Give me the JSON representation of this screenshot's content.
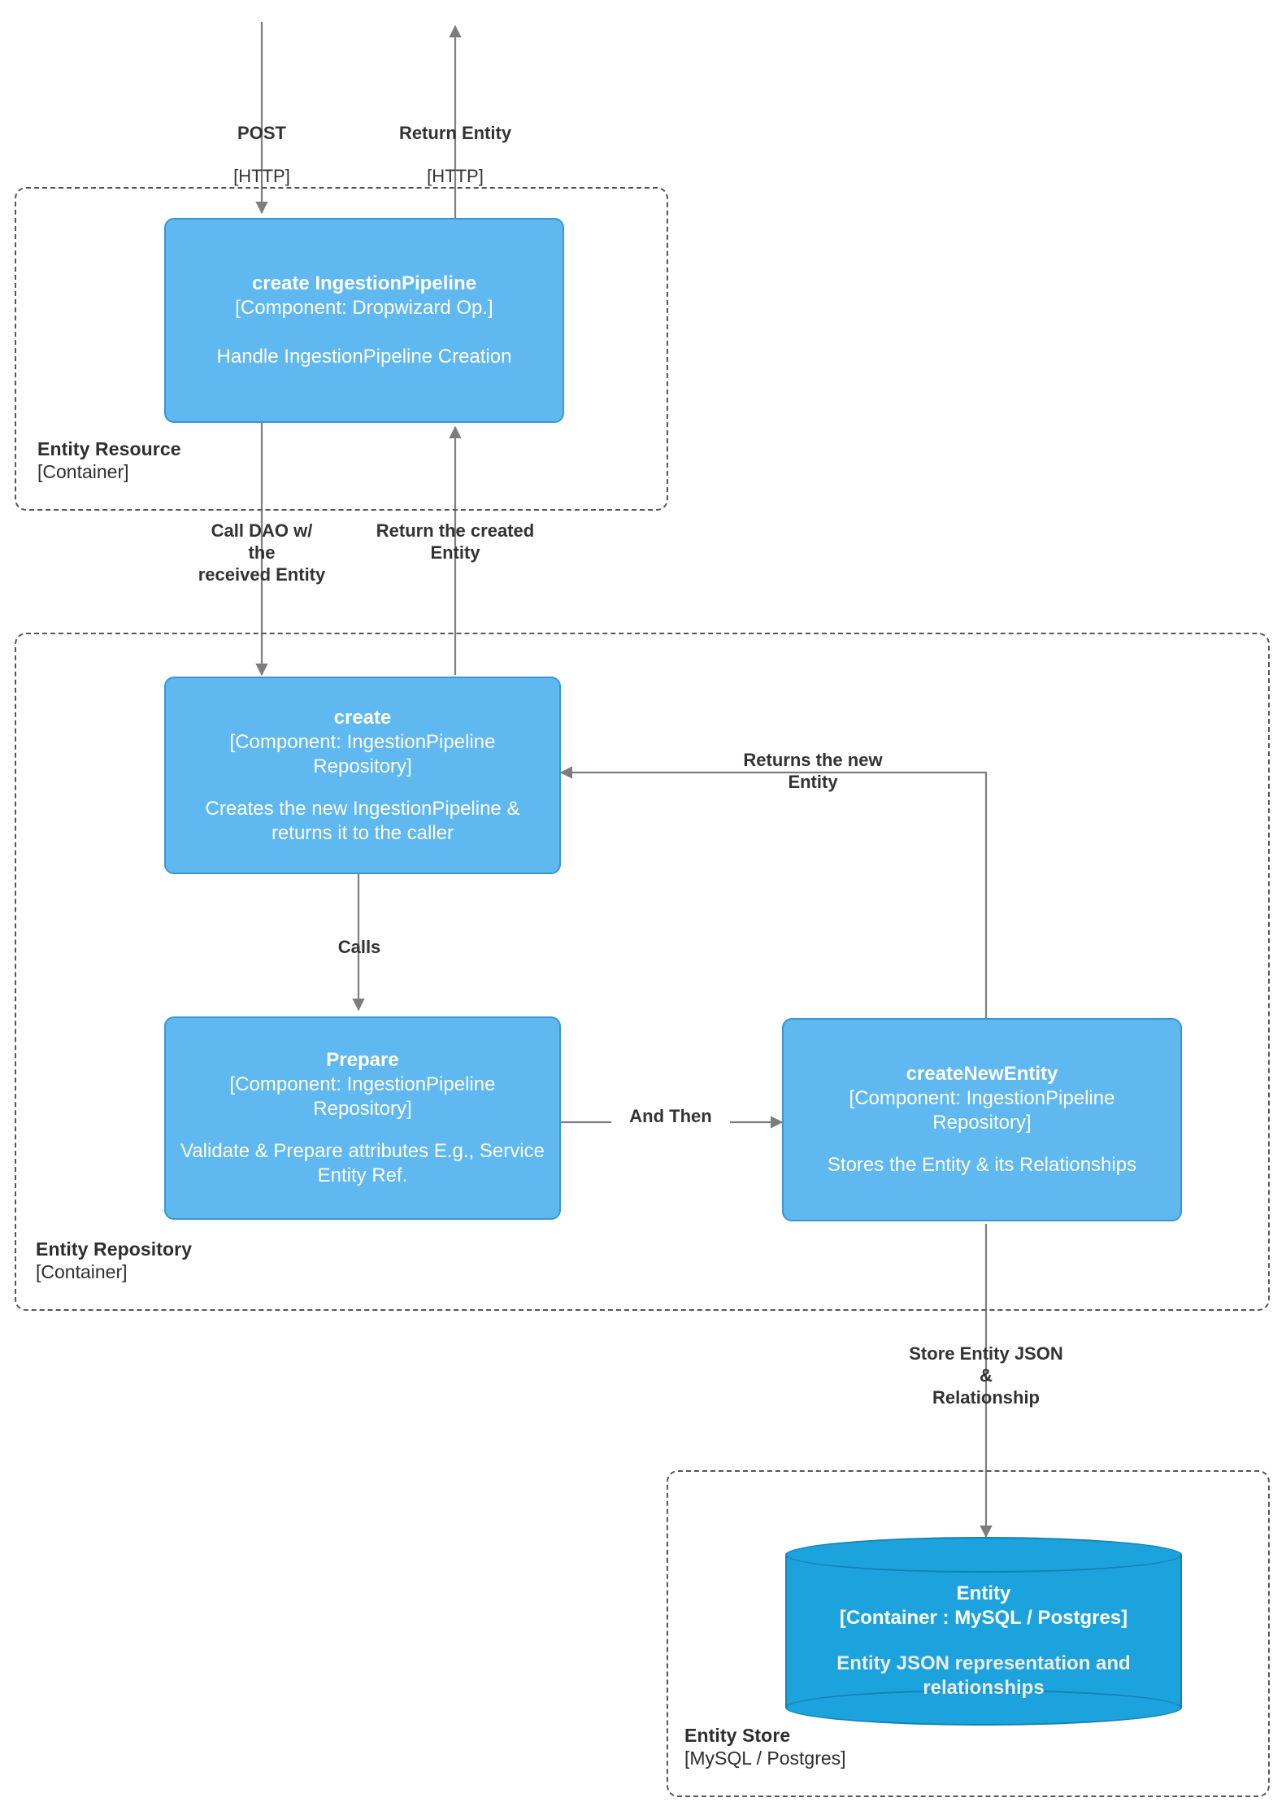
{
  "diagram": {
    "title": "Entity Creation Flow",
    "accent_blue": "#5FB8EF",
    "accent_blue_border": "#3A96D4",
    "db_blue": "#1CA3DD",
    "line_gray": "#7D7D7D",
    "text_dark": "#333333"
  },
  "boundaries": [
    {
      "id": "entity-resource",
      "title": "Entity Resource",
      "tech": "[Container]"
    },
    {
      "id": "entity-repository",
      "title": "Entity Repository",
      "tech": "[Container]"
    },
    {
      "id": "entity-store",
      "title": "Entity Store",
      "tech": "[MySQL / Postgres]"
    }
  ],
  "nodes": [
    {
      "id": "create-ingestion-pipeline",
      "title": "create IngestionPipeline",
      "tech": "[Component: Dropwizard Op.]",
      "desc": "Handle IngestionPipeline Creation"
    },
    {
      "id": "create",
      "title": "create",
      "tech": "[Component: IngestionPipeline Repository]",
      "desc": "Creates the new IngestionPipeline & returns it to the caller"
    },
    {
      "id": "prepare",
      "title": "Prepare",
      "tech": "[Component: IngestionPipeline Repository]",
      "desc": "Validate & Prepare attributes E.g., Service Entity Ref."
    },
    {
      "id": "create-new-entity",
      "title": "createNewEntity",
      "tech": "[Component: IngestionPipeline Repository]",
      "desc": "Stores the Entity & its Relationships"
    }
  ],
  "database": {
    "id": "entity-db",
    "title": "Entity",
    "tech": "[Container : MySQL / Postgres]",
    "desc": "Entity JSON representation and relationships"
  },
  "edges": [
    {
      "id": "post",
      "label": "POST",
      "tech": "[HTTP]"
    },
    {
      "id": "return-entity",
      "label": "Return Entity",
      "tech": "[HTTP]"
    },
    {
      "id": "call-dao",
      "label": "Call DAO w/\nthe\nreceived Entity"
    },
    {
      "id": "return-created-entity",
      "label": "Return the created\nEntity"
    },
    {
      "id": "returns-new-entity",
      "label": "Returns the new\nEntity"
    },
    {
      "id": "calls",
      "label": "Calls"
    },
    {
      "id": "and-then",
      "label": "And Then"
    },
    {
      "id": "store-entity-json",
      "label": "Store Entity JSON\n&\nRelationship"
    }
  ]
}
